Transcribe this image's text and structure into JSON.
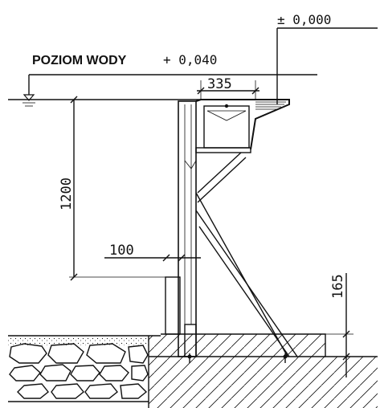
{
  "labels": {
    "datum": "± 0,000",
    "water_level_title": "POZIOM WODY",
    "water_level_value": "+ 0,040"
  },
  "dimensions": {
    "top_width": "335",
    "depth": "1200",
    "wall_thickness": "100",
    "footing_height": "165"
  },
  "colors": {
    "line": "#111111",
    "background": "#ffffff"
  }
}
